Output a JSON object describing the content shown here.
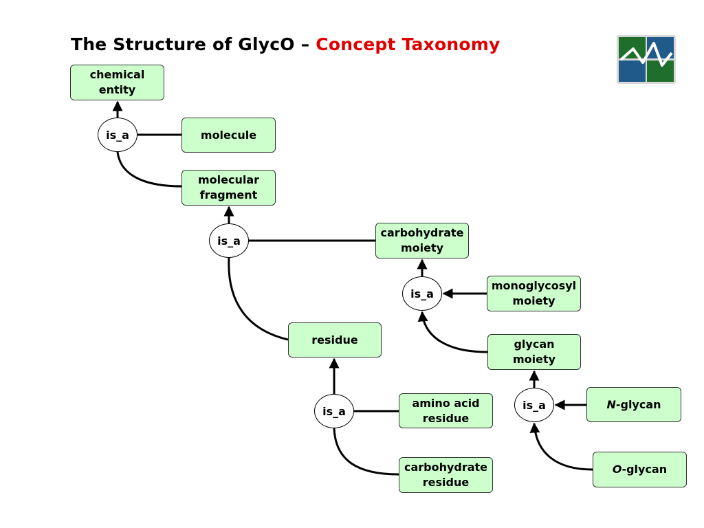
{
  "title": {
    "main": "The Structure of GlycO – ",
    "accent": "Concept Taxonomy"
  },
  "relation_label": "is_a",
  "nodes": {
    "chemical_entity": "chemical\nentity",
    "molecule": "molecule",
    "molecular_fragment": "molecular\nfragment",
    "carbohydrate_moiety": "carbohydrate\nmoiety",
    "monoglycosyl_moiety": "monoglycosyl\nmoiety",
    "residue": "residue",
    "glycan_moiety": "glycan\nmoiety",
    "amino_acid_residue": "amino acid\nresidue",
    "carbohydrate_residue": "carbohydrate\nresidue",
    "n_glycan": {
      "prefix": "N",
      "rest": "-glycan"
    },
    "o_glycan": {
      "prefix": "O",
      "rest": "-glycan"
    }
  },
  "colors": {
    "node_fill": "#ccffcc",
    "title_accent": "#e00000"
  },
  "logo": "glyco-logo"
}
